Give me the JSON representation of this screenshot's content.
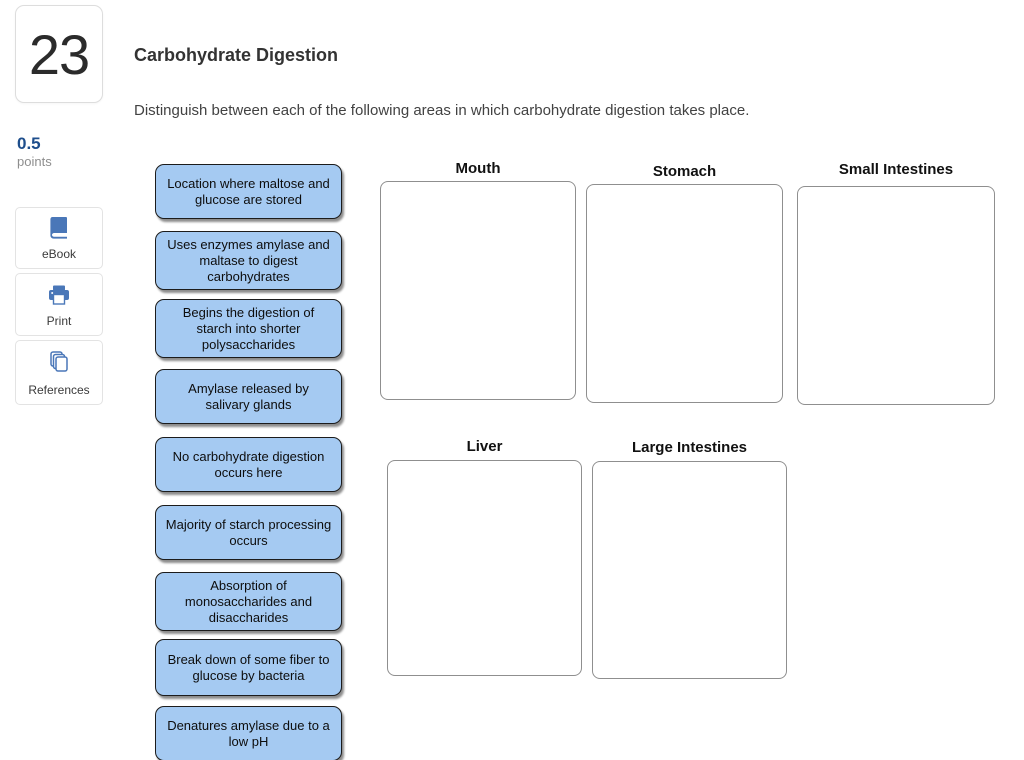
{
  "question": {
    "number": "23",
    "points": "0.5",
    "points_label": "points"
  },
  "sidebar": {
    "buttons": [
      {
        "label": "eBook",
        "icon": "book-icon"
      },
      {
        "label": "Print",
        "icon": "printer-icon"
      },
      {
        "label": "References",
        "icon": "pages-icon"
      }
    ]
  },
  "main": {
    "title": "Carbohydrate Digestion",
    "instruction": "Distinguish between each of the following areas in which carbohydrate digestion takes place."
  },
  "chips": [
    {
      "label": "Location where maltose and glucose are stored"
    },
    {
      "label": "Uses enzymes amylase and maltase to digest carbohydrates"
    },
    {
      "label": "Begins the digestion of starch into shorter polysaccharides"
    },
    {
      "label": "Amylase released by salivary glands"
    },
    {
      "label": "No carbohydrate digestion occurs here"
    },
    {
      "label": "Majority of starch processing occurs"
    },
    {
      "label": "Absorption of monosaccharides and disaccharides"
    },
    {
      "label": "Break down of some fiber to glucose by bacteria"
    },
    {
      "label": "Denatures amylase due to a low pH"
    }
  ],
  "drop_zones": [
    {
      "label": "Mouth"
    },
    {
      "label": "Stomach"
    },
    {
      "label": "Small Intestines"
    },
    {
      "label": "Liver"
    },
    {
      "label": "Large Intestines"
    }
  ],
  "colors": {
    "chip_fill": "#A5CAF2",
    "chip_border": "#1c1c1c",
    "icon_blue": "#4a77b8",
    "points_blue": "#1e4e8c",
    "zone_border": "#8f8f8f"
  }
}
